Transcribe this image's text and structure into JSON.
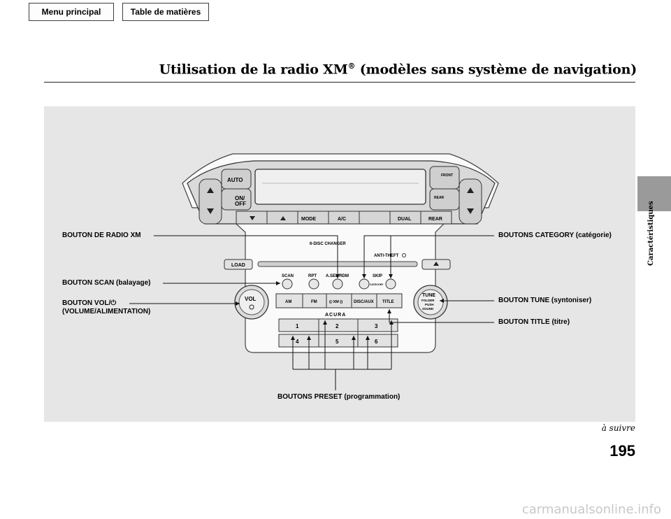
{
  "nav": {
    "menu_label": "Menu principal",
    "toc_label": "Table de matières"
  },
  "header": {
    "title_main": "Utilisation de la radio XM",
    "title_reg": "®",
    "title_rest": " (modèles sans système de navigation)"
  },
  "sidebar": {
    "section_label": "Caractéristiques"
  },
  "callouts": {
    "xm_radio": "BOUTON DE RADIO XM",
    "scan": "BOUTON SCAN (balayage)",
    "vol_line1": "BOUTON VOL/",
    "vol_line2": "(VOLUME/ALIMENTATION)",
    "category": "BOUTONS CATEGORY (catégorie)",
    "tune": "BOUTON TUNE (syntoniser)",
    "title": "BOUTON TITLE (titre)",
    "preset": "BOUTONS PRESET (programmation)"
  },
  "panel": {
    "auto": "AUTO",
    "on_off_1": "ON/",
    "on_off_2": "OFF",
    "mode": "MODE",
    "ac": "A/C",
    "dual": "DUAL",
    "rear": "REAR",
    "front_defrost": "FRONT",
    "rear_defrost": "REAR",
    "disc_changer": "6-DISC CHANGER",
    "anti_theft": "ANTI-THEFT",
    "load": "LOAD",
    "scan": "SCAN",
    "rpt": "RPT",
    "a_sel_rdm": "A.SEL/RDM",
    "skip": "SKIP",
    "category_small": "CATEGORY",
    "vol": "VOL",
    "am": "AM",
    "fm": "FM",
    "xm": "((·XM·))",
    "disc_aux": "DISC/AUX",
    "title_btn": "TITLE",
    "acura": "ACURA",
    "tune_1": "TUNE",
    "tune_2": "FOLDER",
    "tune_3": "PUSH",
    "tune_4": "SOUND",
    "presets": [
      "1",
      "2",
      "3",
      "4",
      "5",
      "6"
    ]
  },
  "footer": {
    "continued": "à suivre",
    "page_number": "195"
  },
  "watermark": "carmanualsonline.info"
}
